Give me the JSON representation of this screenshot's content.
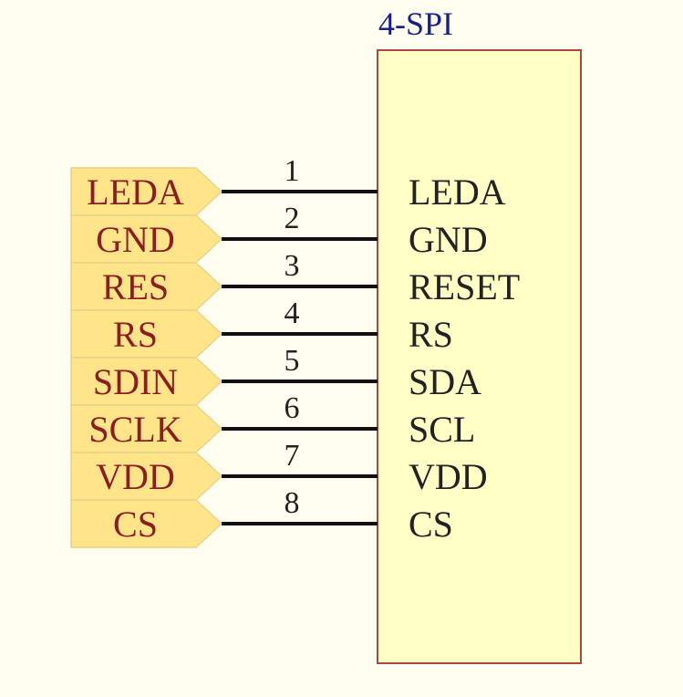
{
  "component": {
    "title": "4-SPI",
    "colors": {
      "background": "#fffdef",
      "body_fill": "#ffffc6",
      "body_stroke": "#b0453d",
      "title": "#1a1f8f",
      "port_fill": "#ffe48a",
      "port_stroke": "#e6d48a",
      "port_text": "#8b1e1e",
      "pin_text": "#222222",
      "wire": "#111111"
    }
  },
  "pins": [
    {
      "number": "1",
      "port_label": "LEDA",
      "pin_name": "LEDA"
    },
    {
      "number": "2",
      "port_label": "GND",
      "pin_name": "GND"
    },
    {
      "number": "3",
      "port_label": "RES",
      "pin_name": "RESET"
    },
    {
      "number": "4",
      "port_label": "RS",
      "pin_name": "RS"
    },
    {
      "number": "5",
      "port_label": "SDIN",
      "pin_name": "SDA"
    },
    {
      "number": "6",
      "port_label": "SCLK",
      "pin_name": "SCL"
    },
    {
      "number": "7",
      "port_label": "VDD",
      "pin_name": "VDD"
    },
    {
      "number": "8",
      "port_label": "CS",
      "pin_name": "CS"
    }
  ]
}
